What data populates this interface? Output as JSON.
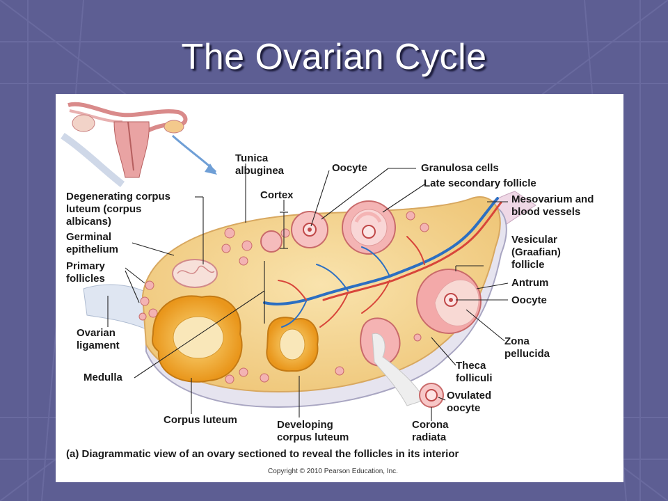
{
  "slide": {
    "title": "The Ovarian Cycle",
    "background_color": "#5d5e93",
    "title_color": "#ffffff"
  },
  "figure": {
    "labels": {
      "tunica_albuginea": [
        "Tunica",
        "albuginea"
      ],
      "cortex": "Cortex",
      "oocyte_top": "Oocyte",
      "granulosa_cells": "Granulosa cells",
      "late_secondary_follicle": "Late secondary follicle",
      "mesovarium": [
        "Mesovarium and",
        "blood vessels"
      ],
      "degenerating_corpus_luteum": [
        "Degenerating corpus",
        "luteum (corpus",
        "albicans)"
      ],
      "germinal_epithelium": [
        "Germinal",
        "epithelium"
      ],
      "primary_follicles": [
        "Primary",
        "follicles"
      ],
      "ovarian_ligament": [
        "Ovarian",
        "ligament"
      ],
      "medulla": "Medulla",
      "corpus_luteum": "Corpus luteum",
      "developing_corpus_luteum": [
        "Developing",
        "corpus luteum"
      ],
      "corona_radiata": [
        "Corona",
        "radiata"
      ],
      "vesicular_follicle": [
        "Vesicular",
        "(Graafian)",
        "follicle"
      ],
      "antrum": "Antrum",
      "oocyte_right": "Oocyte",
      "zona_pellucida": [
        "Zona",
        "pellucida"
      ],
      "theca_folliculi": [
        "Theca",
        "folliculi"
      ],
      "ovulated_oocyte": [
        "Ovulated",
        "oocyte"
      ]
    },
    "caption": "(a) Diagrammatic view of an ovary sectioned to reveal the follicles in its interior",
    "copyright": "Copyright © 2010 Pearson Education, Inc."
  },
  "colors": {
    "ovary_fill": "#f5d693",
    "capsule": "#e8e6f0",
    "corpus_luteum": "#f2a92a",
    "follicle": "#f0a0a0",
    "artery": "#d8453a",
    "vein": "#2c6fc2"
  }
}
